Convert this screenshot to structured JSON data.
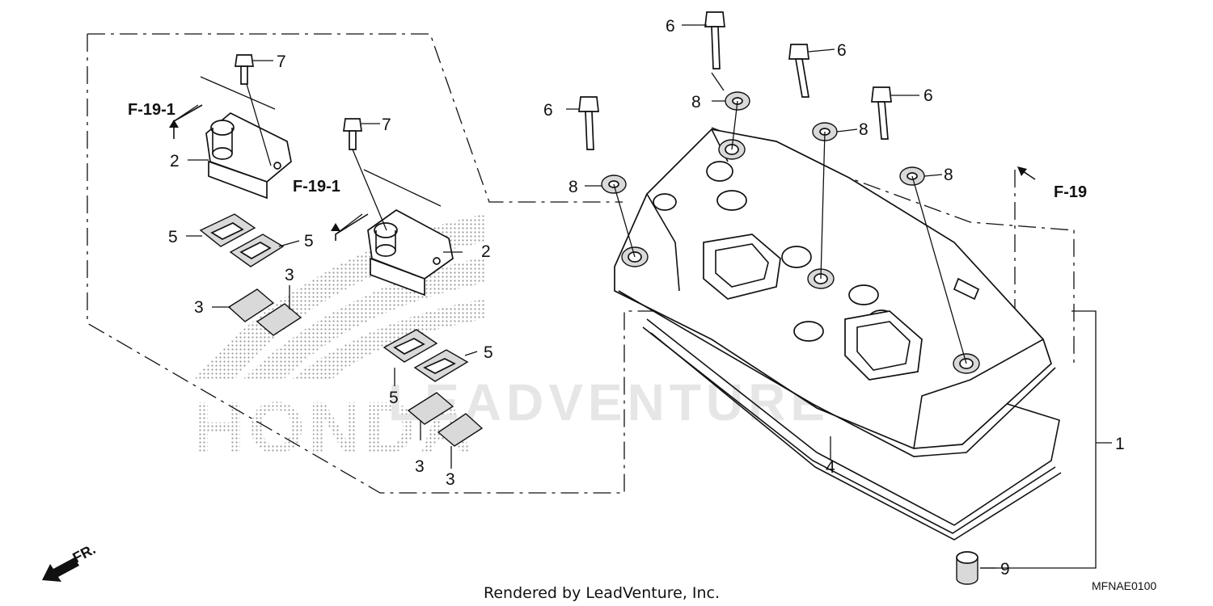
{
  "callouts": {
    "c1": "1",
    "c2a": "2",
    "c2b": "2",
    "c3a": "3",
    "c3b": "3",
    "c3c": "3",
    "c3d": "3",
    "c4": "4",
    "c5a": "5",
    "c5b": "5",
    "c5c": "5",
    "c5d": "5",
    "c6a": "6",
    "c6b": "6",
    "c6c": "6",
    "c6d": "6",
    "c7a": "7",
    "c7b": "7",
    "c8a": "8",
    "c8b": "8",
    "c8c": "8",
    "c8d": "8",
    "c9": "9"
  },
  "references": {
    "ref_a": "F-19-1",
    "ref_b": "F-19-1",
    "ref_c": "F-19"
  },
  "direction": {
    "front": "FR."
  },
  "footer": {
    "rendered_by": "Rendered by LeadVenture, Inc.",
    "diagram_code": "MFNAE0100"
  },
  "watermark": {
    "text": "LEADVENTURE",
    "brand": "HONDA"
  }
}
